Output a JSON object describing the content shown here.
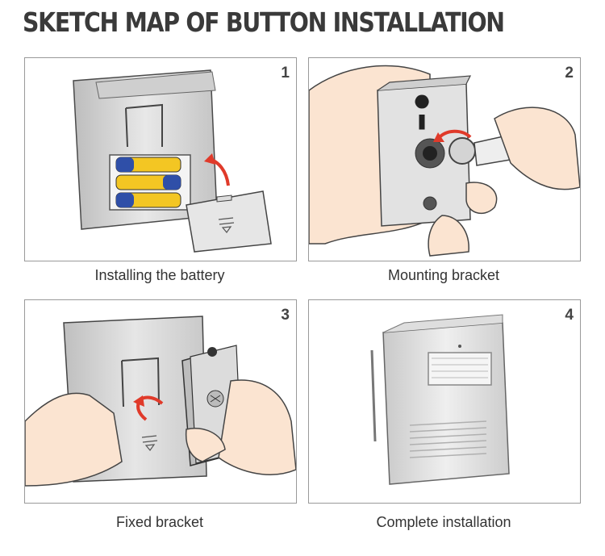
{
  "title": "SKETCH MAP OF BUTTON INSTALLATION",
  "steps": [
    {
      "number": "1",
      "caption": "Installing the battery"
    },
    {
      "number": "2",
      "caption": "Mounting bracket"
    },
    {
      "number": "3",
      "caption": "Fixed bracket"
    },
    {
      "number": "4",
      "caption": "Complete installation"
    }
  ],
  "colors": {
    "arrow": "#e03a2a",
    "outline": "#4a4a4a",
    "device": "#d9d9d9",
    "battery_blue": "#2f4fa8",
    "battery_yellow": "#f3c623"
  }
}
